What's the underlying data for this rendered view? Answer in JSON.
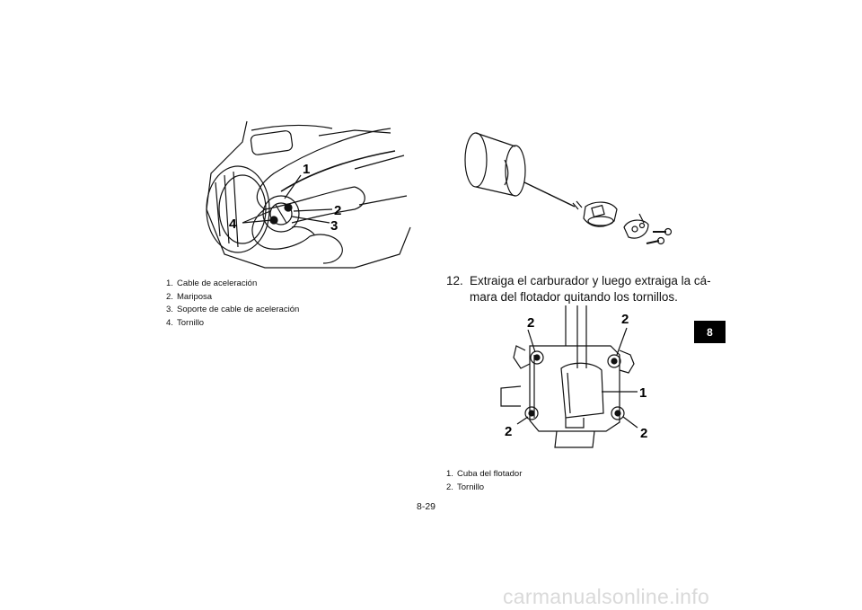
{
  "figure1": {
    "callouts": [
      "1",
      "2",
      "3",
      "4"
    ],
    "legend": [
      {
        "num": "1.",
        "text": "Cable de aceleración"
      },
      {
        "num": "2.",
        "text": "Mariposa"
      },
      {
        "num": "3.",
        "text": "Soporte de cable de aceleración"
      },
      {
        "num": "4.",
        "text": "Tornillo"
      }
    ]
  },
  "step": {
    "number": "12.",
    "line1": "Extraiga el carburador y luego extraiga la cá-",
    "line2": "mara del flotador quitando los tornillos."
  },
  "figure3": {
    "callouts": [
      "1",
      "2"
    ],
    "legend": [
      {
        "num": "1.",
        "text": "Cuba del flotador"
      },
      {
        "num": "2.",
        "text": "Tornillo"
      }
    ]
  },
  "page_number": "8-29",
  "section_tab": "8",
  "watermark": "carmanualsonline.info"
}
